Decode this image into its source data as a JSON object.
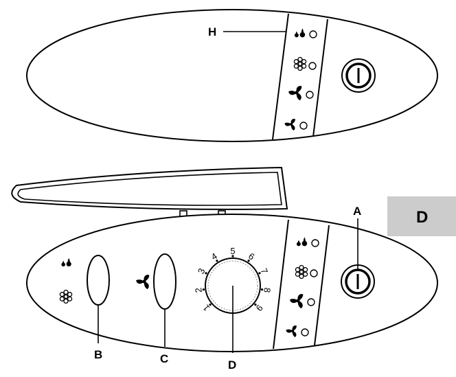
{
  "colors": {
    "line": "#000000",
    "tab": "#cccccc",
    "paper": "#ffffff",
    "led": "#ffffff"
  },
  "callouts": {
    "a": "A",
    "b": "B",
    "c": "C",
    "d": "D",
    "h": "H"
  },
  "section_tab": {
    "label": "D"
  },
  "dial_numbers": [
    "1",
    "2",
    "3",
    "4",
    "5",
    "6",
    "7",
    "8",
    "9"
  ],
  "icons": {
    "top_panel": [
      "water-drops-icon",
      "snowflake-icon",
      "fan-high-icon",
      "fan-low-icon"
    ],
    "bottom_panel": [
      "water-drops-icon",
      "snowflake-icon",
      "fan-high-icon",
      "fan-low-icon"
    ],
    "left_buttons": [
      "water-drops-icon",
      "snowflake-icon",
      "fan-icon"
    ],
    "power": "power-icon"
  }
}
